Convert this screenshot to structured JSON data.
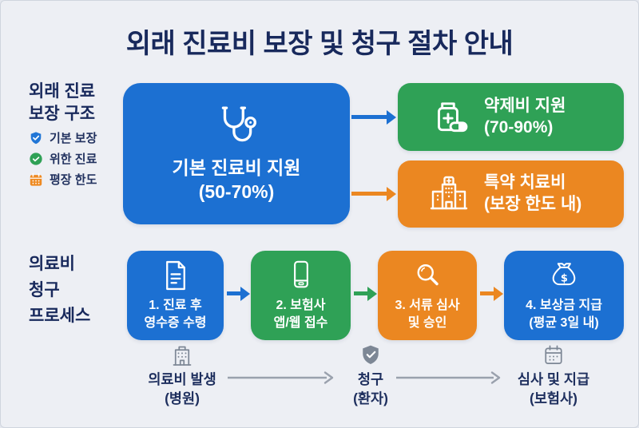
{
  "title": "외래 진료비 보장 및 청구 절차 안내",
  "colors": {
    "background": "#edeff4",
    "navy_text": "#18295c",
    "blue": "#1c70d2",
    "green": "#2fa156",
    "orange": "#eb8721",
    "gray_icon": "#7d8795",
    "gray_arrow": "#9aa1ad"
  },
  "coverage": {
    "heading": "외래 진료\n보장 구조",
    "legend": [
      {
        "icon": "shield-check-icon",
        "color": "#2176d6",
        "label": "기본 보장"
      },
      {
        "icon": "circle-check-icon",
        "color": "#2fa156",
        "label": "위한 진료"
      },
      {
        "icon": "calendar-icon",
        "color": "#ee8a22",
        "label": "평장 한도"
      }
    ],
    "main_box": {
      "icon": "stethoscope-icon",
      "label": "기본 진료비 지원\n(50-70%)"
    },
    "branch_pharmacy": {
      "icon": "medicine-bottle-icon",
      "label": "약제비 지원\n(70-90%)"
    },
    "branch_special": {
      "icon": "hospital-icon",
      "label": "특약 치료비\n(보장 한도 내)"
    }
  },
  "process": {
    "heading": "의료비\n청구\n프로세스",
    "steps": [
      {
        "icon": "document-icon",
        "label": "1. 진료 후\n영수증 수령"
      },
      {
        "icon": "smartphone-icon",
        "label": "2. 보험사\n앱/웹 접수"
      },
      {
        "icon": "magnifier-icon",
        "label": "3. 서류 심사\n및 승인"
      },
      {
        "icon": "money-bag-icon",
        "label": "4. 보상금 지급\n(평균 3일 내)"
      }
    ],
    "timeline": [
      {
        "icon": "hospital-building-icon",
        "label": "의료비 발생\n(병원)"
      },
      {
        "icon": "shield-check-icon",
        "label": "청구\n(환자)"
      },
      {
        "icon": "calendar-icon",
        "label": "심사 및 지급\n(보험사)"
      }
    ]
  }
}
